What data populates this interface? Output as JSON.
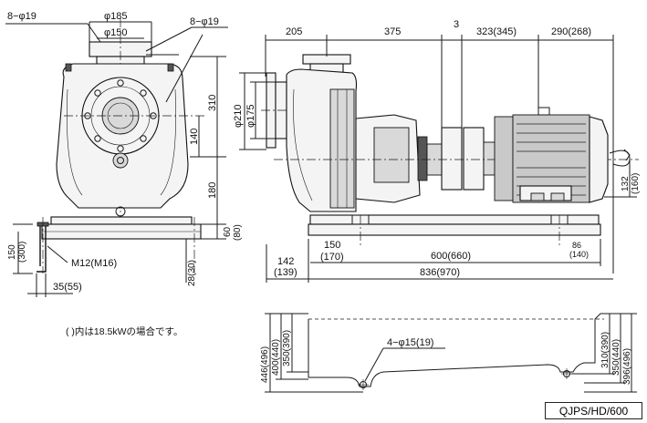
{
  "front_view": {
    "top_bolts": "8−φ19",
    "flange_outer": "φ185",
    "flange_inner": "φ150",
    "side_bolts": "8−φ19",
    "dim_310": "310",
    "dim_140": "140",
    "dim_180": "180",
    "dim_60": "60",
    "dim_60_alt": "(80)",
    "dim_150": "150",
    "dim_150_alt": "(300)",
    "bolt_label": "M12(M16)",
    "dim_28": "28(30)",
    "dim_35": "35(55)"
  },
  "side_view": {
    "dim_205": "205",
    "dim_375": "375",
    "dim_3": "3",
    "dim_323": "323(345)",
    "dim_290": "290(268)",
    "dim_phi210": "φ210",
    "dim_phi175": "φ175",
    "dim_132": "132",
    "dim_132_alt": "(160)",
    "dim_150": "150",
    "dim_150_alt": "(170)",
    "dim_600": "600(660)",
    "dim_86": "86",
    "dim_86_alt": "(140)",
    "dim_142": "142",
    "dim_142_alt": "(139)",
    "dim_836": "836(970)"
  },
  "base_view": {
    "dim_446": "446(496)",
    "dim_400": "400(440)",
    "dim_350": "350(390)",
    "holes": "4−φ15(19)",
    "dim_310": "310(390)",
    "dim_350r": "350(440)",
    "dim_396": "396(496)"
  },
  "note": "(  )内は18.5kWの場合です。",
  "model_code": "QJPS/HD/600"
}
